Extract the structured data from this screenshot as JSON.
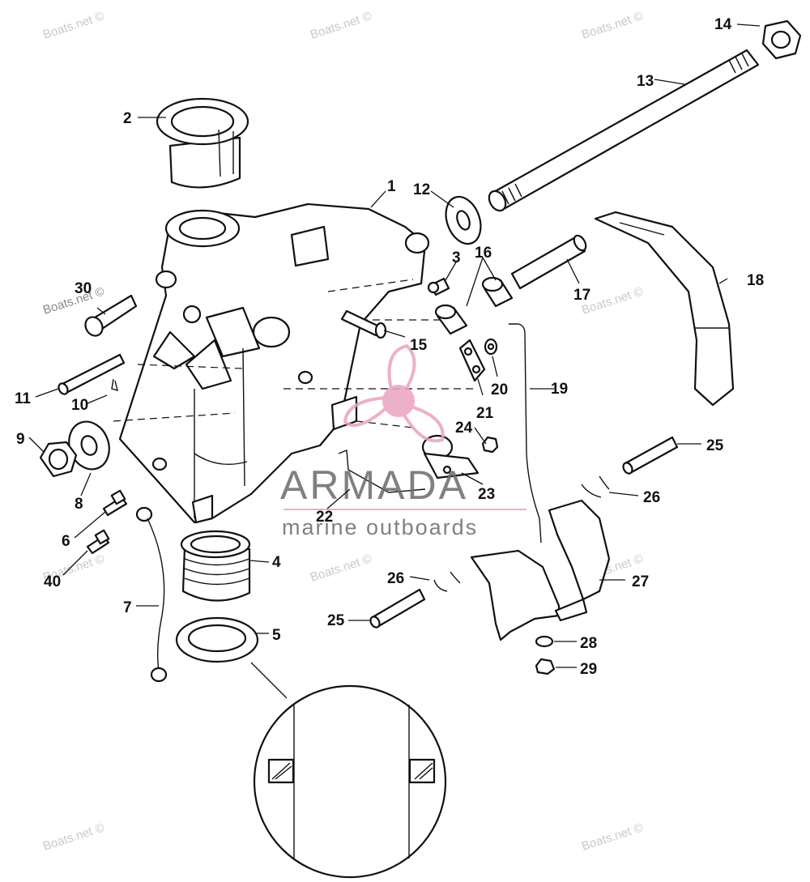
{
  "watermark": {
    "text": "Boats.net ©",
    "color": "#c9c9c9"
  },
  "brand": {
    "name": "ARMADA",
    "tagline": "marine outboards",
    "logo_color": "#e9a3c2",
    "text_color": "#6b6b6b"
  },
  "callouts": [
    "1",
    "2",
    "3",
    "4",
    "5",
    "6",
    "7",
    "8",
    "9",
    "10",
    "11",
    "12",
    "13",
    "14",
    "15",
    "16",
    "17",
    "18",
    "19",
    "20",
    "21",
    "22",
    "23",
    "24",
    "25",
    "25",
    "26",
    "26",
    "27",
    "28",
    "29",
    "30",
    "40"
  ]
}
